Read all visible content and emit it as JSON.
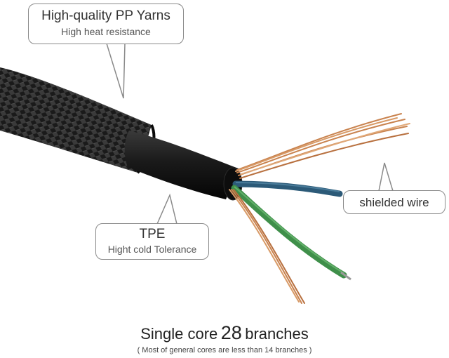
{
  "callouts": {
    "yarn": {
      "title": "High-quality PP Yarns",
      "subtitle": "High heat resistance"
    },
    "tpe": {
      "title": "TPE",
      "subtitle": "Hight cold Tolerance"
    },
    "shield": {
      "title": "shielded wire"
    }
  },
  "caption": {
    "prefix": "Single core",
    "number": "28",
    "suffix": "branches",
    "note": "( Most of general cores are less than 14 branches )"
  },
  "colors": {
    "braid": "#1e1e1e",
    "tpe_jacket": "#151515",
    "copper": "#c9834f",
    "blue_wire": "#2c5a78",
    "green_wire": "#3f8f4a",
    "callout_border": "#8a8a8a"
  }
}
